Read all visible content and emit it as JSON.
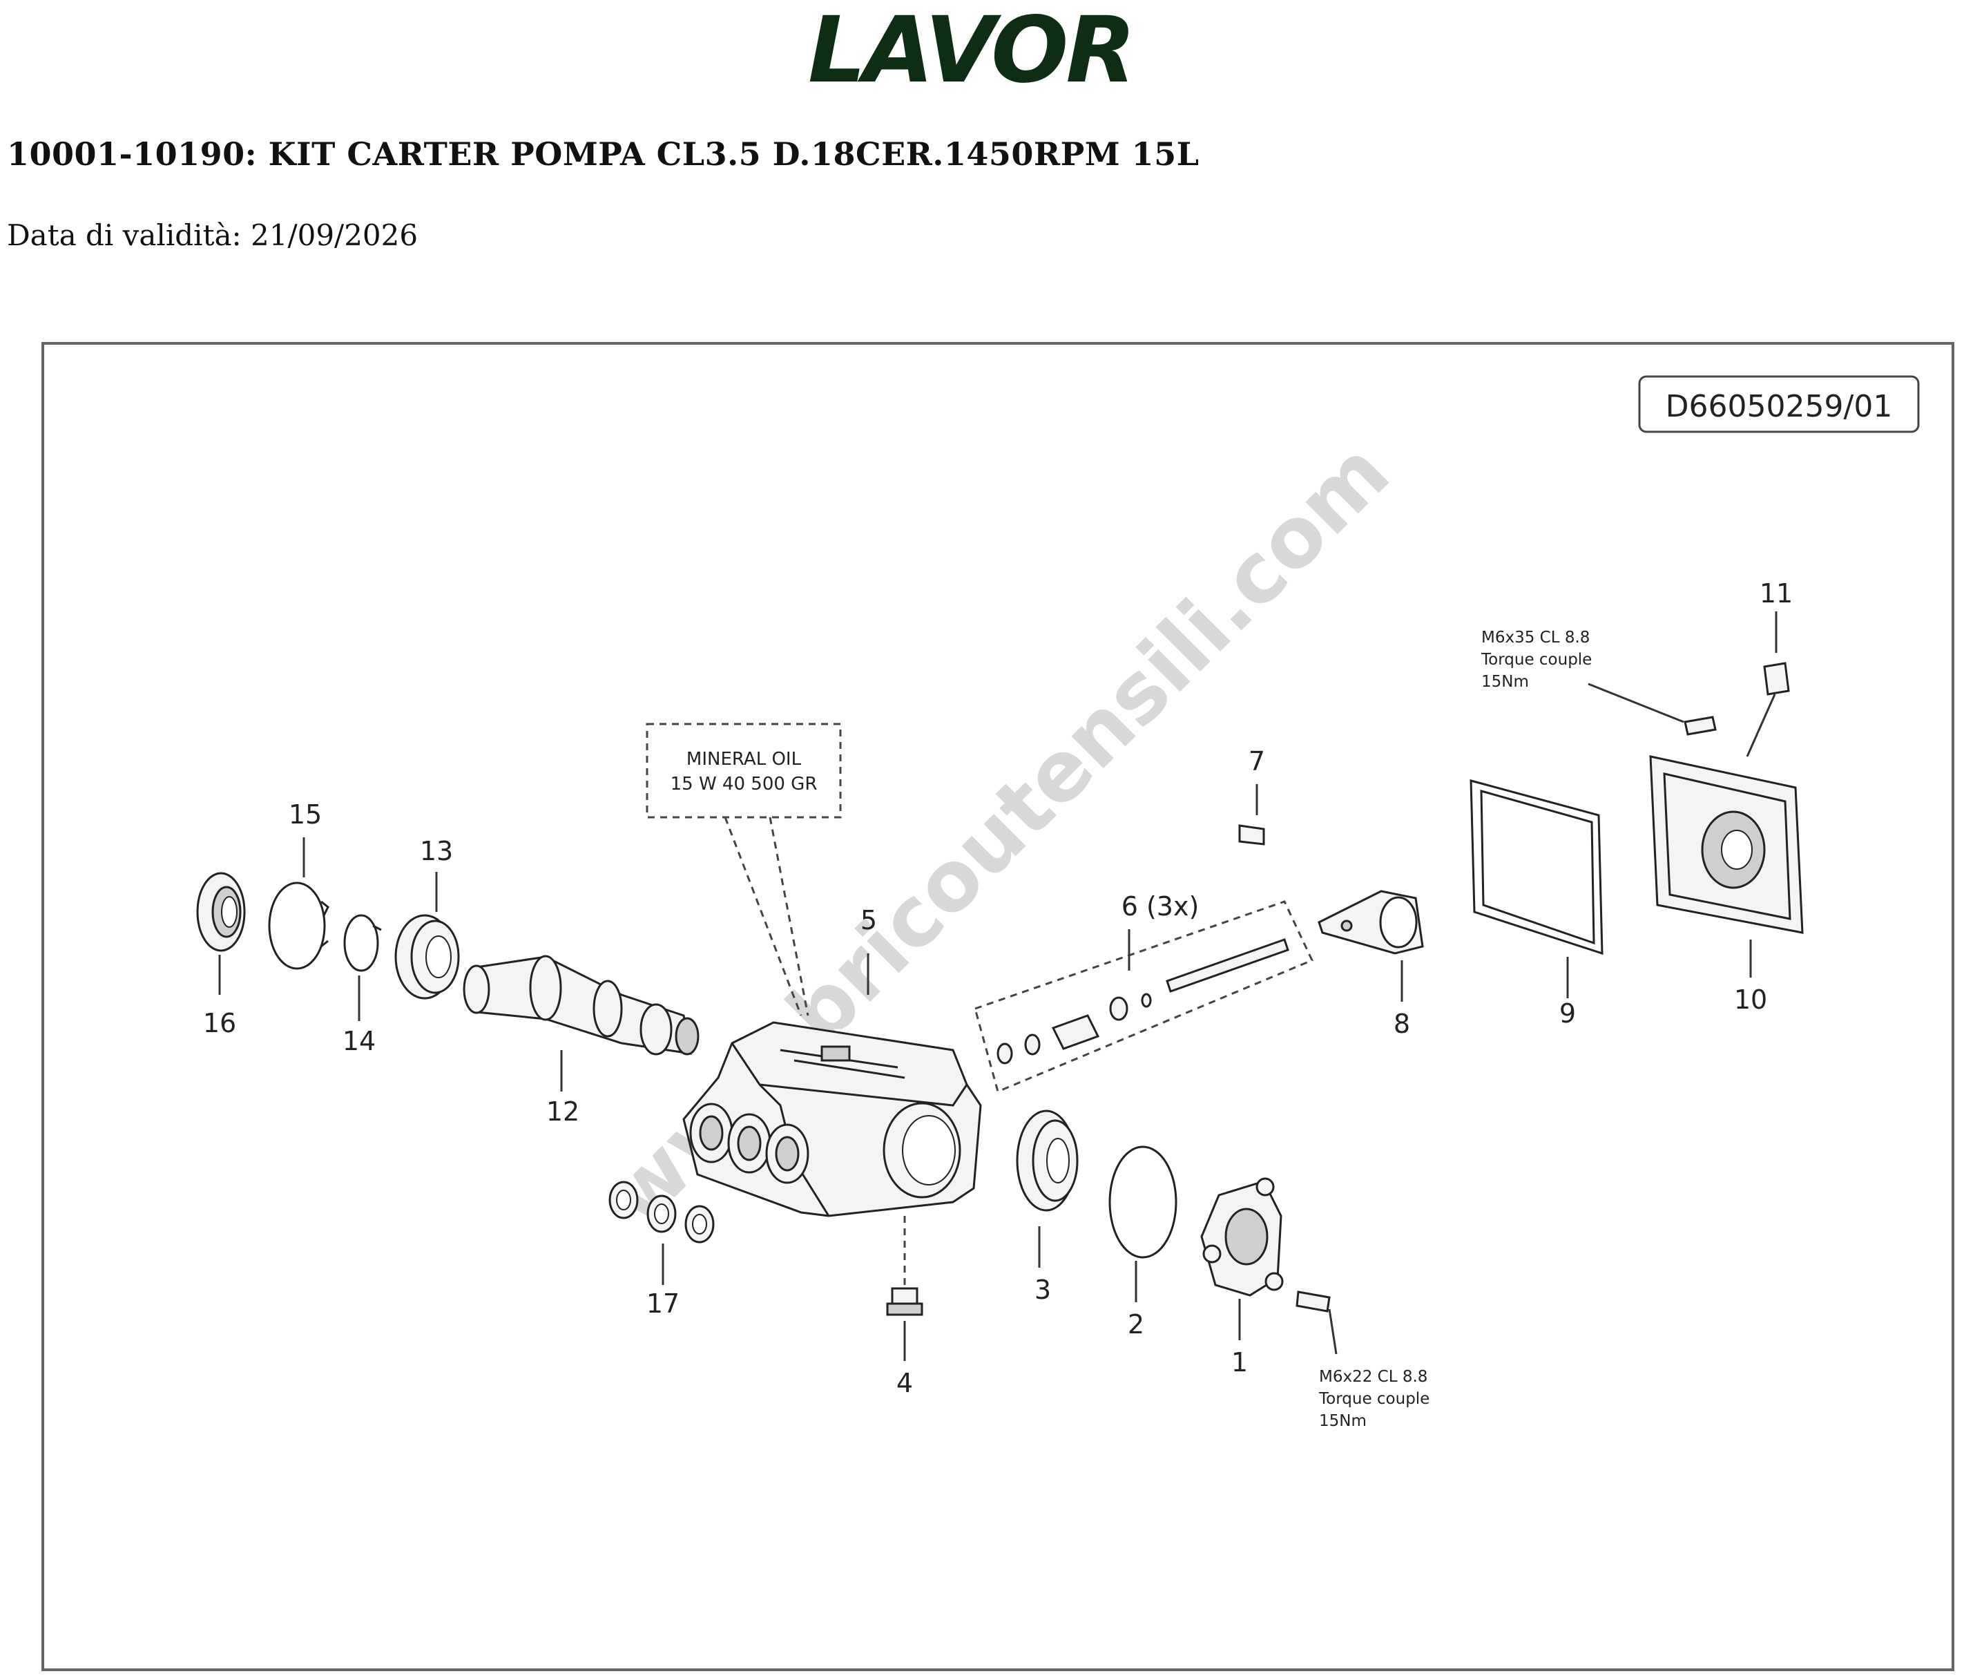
{
  "brand": "LAVOR",
  "title": "10001-10190: KIT CARTER POMPA CL3.5 D.18CER.1450RPM 15L",
  "validity": "Data di validità: 21/09/2026",
  "diagram": {
    "doc_id": "D66050259/01",
    "watermark": "www.bricoutensili.com",
    "oil_note": {
      "line1": "MINERAL OIL",
      "line2": "15 W 40   500 GR"
    },
    "screw_note_top": {
      "line1": "M6x35 CL 8.8",
      "line2": "Torque couple",
      "line3": "15Nm"
    },
    "screw_note_bottom": {
      "line1": "M6x22 CL 8.8",
      "line2": "Torque couple",
      "line3": "15Nm"
    },
    "labels": {
      "p1": "1",
      "p2": "2",
      "p3": "3",
      "p4": "4",
      "p5": "5",
      "p6": "6 (3x)",
      "p7": "7",
      "p8": "8",
      "p9": "9",
      "p10": "10",
      "p11": "11",
      "p12": "12",
      "p13": "13",
      "p14": "14",
      "p15": "15",
      "p16": "16",
      "p17": "17"
    }
  }
}
